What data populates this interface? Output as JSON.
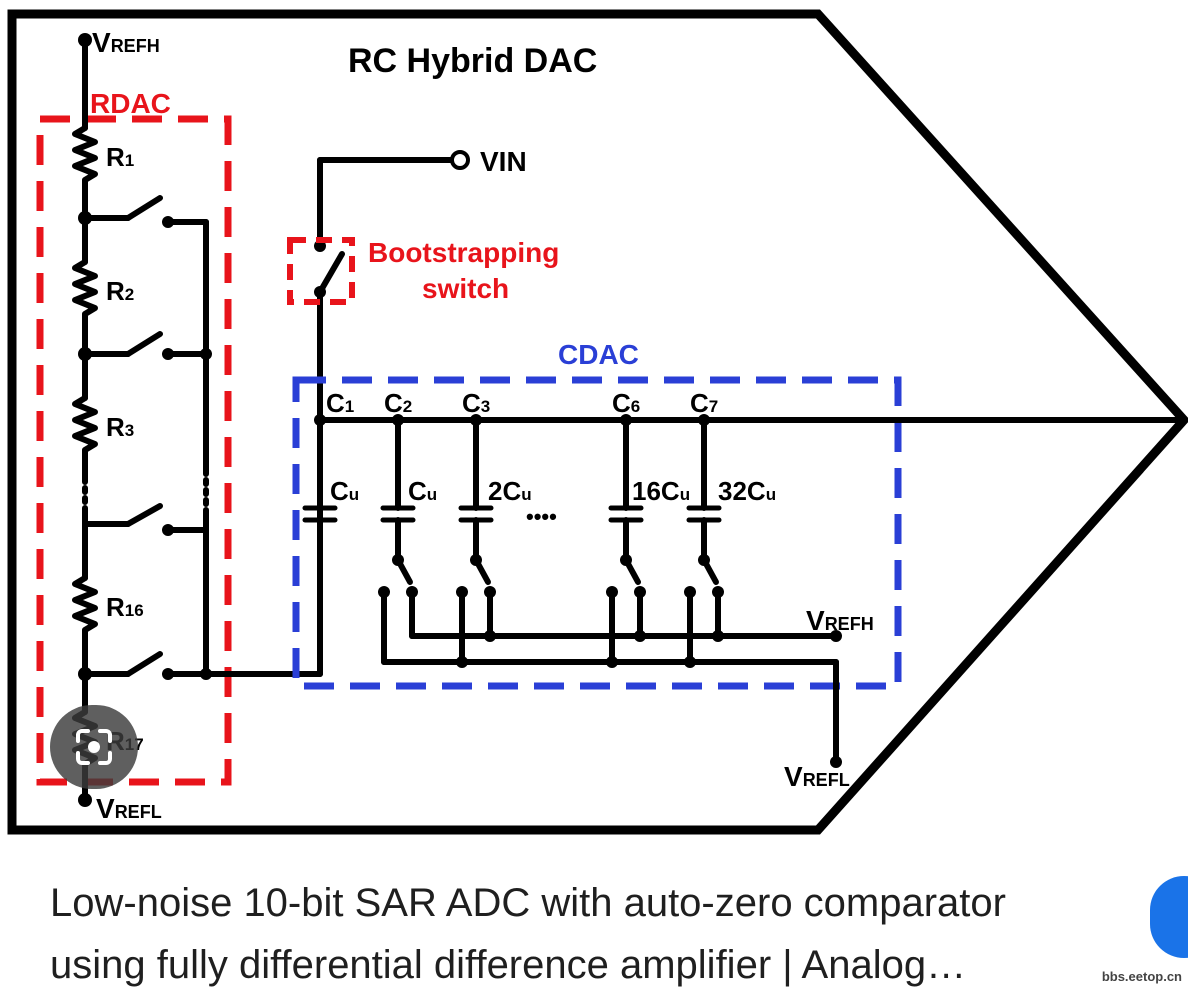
{
  "diagram": {
    "title": "RC Hybrid DAC",
    "rdac_label": "RDAC",
    "cdac_label": "CDAC",
    "bootstrap_label_line1": "Bootstrapping",
    "bootstrap_label_line2": "switch",
    "vin_label": "VIN",
    "vrefh_top": {
      "main": "V",
      "sub": "REFH"
    },
    "vrefl_bottom": {
      "main": "V",
      "sub": "REFL"
    },
    "vrefh_right": {
      "main": "V",
      "sub": "REFH"
    },
    "vrefl_right": {
      "main": "V",
      "sub": "REFL"
    },
    "resistors": [
      {
        "main": "R",
        "sub": "1"
      },
      {
        "main": "R",
        "sub": "2"
      },
      {
        "main": "R",
        "sub": "3"
      },
      {
        "main": "R",
        "sub": "16"
      },
      {
        "main": "R",
        "sub": "17"
      }
    ],
    "cap_names": [
      {
        "main": "C",
        "sub": "1"
      },
      {
        "main": "C",
        "sub": "2"
      },
      {
        "main": "C",
        "sub": "3"
      },
      {
        "main": "C",
        "sub": "6"
      },
      {
        "main": "C",
        "sub": "7"
      }
    ],
    "cap_values": [
      {
        "main": "C",
        "sub": "u"
      },
      {
        "main": "C",
        "sub": "u"
      },
      {
        "main": "2C",
        "sub": "u"
      },
      {
        "main": "16C",
        "sub": "u"
      },
      {
        "main": "32C",
        "sub": "u"
      }
    ],
    "ellipsis": "••••",
    "colors": {
      "rdac": "#e8141b",
      "cdac": "#2a3fd6",
      "wire": "#000000"
    }
  },
  "caption": {
    "line1": "Low-noise 10-bit SAR ADC with auto-zero comparator",
    "line2": "using fully differential difference amplifier | Analog…"
  },
  "watermark": "bbs.eetop.cn",
  "icons": {
    "lens": "lens-search-icon"
  }
}
